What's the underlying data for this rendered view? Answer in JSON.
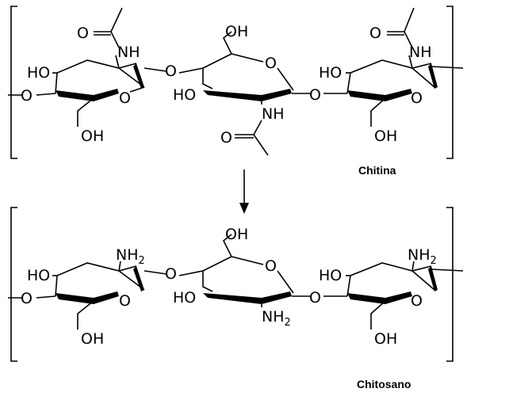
{
  "labels": {
    "o": "O",
    "ho": "HO",
    "oh": "OH",
    "nh": "NH",
    "nh2_base": "NH",
    "nh2_sub": "2"
  },
  "captions": {
    "chitin": "Chitina",
    "chitosan": "Chitosano"
  }
}
